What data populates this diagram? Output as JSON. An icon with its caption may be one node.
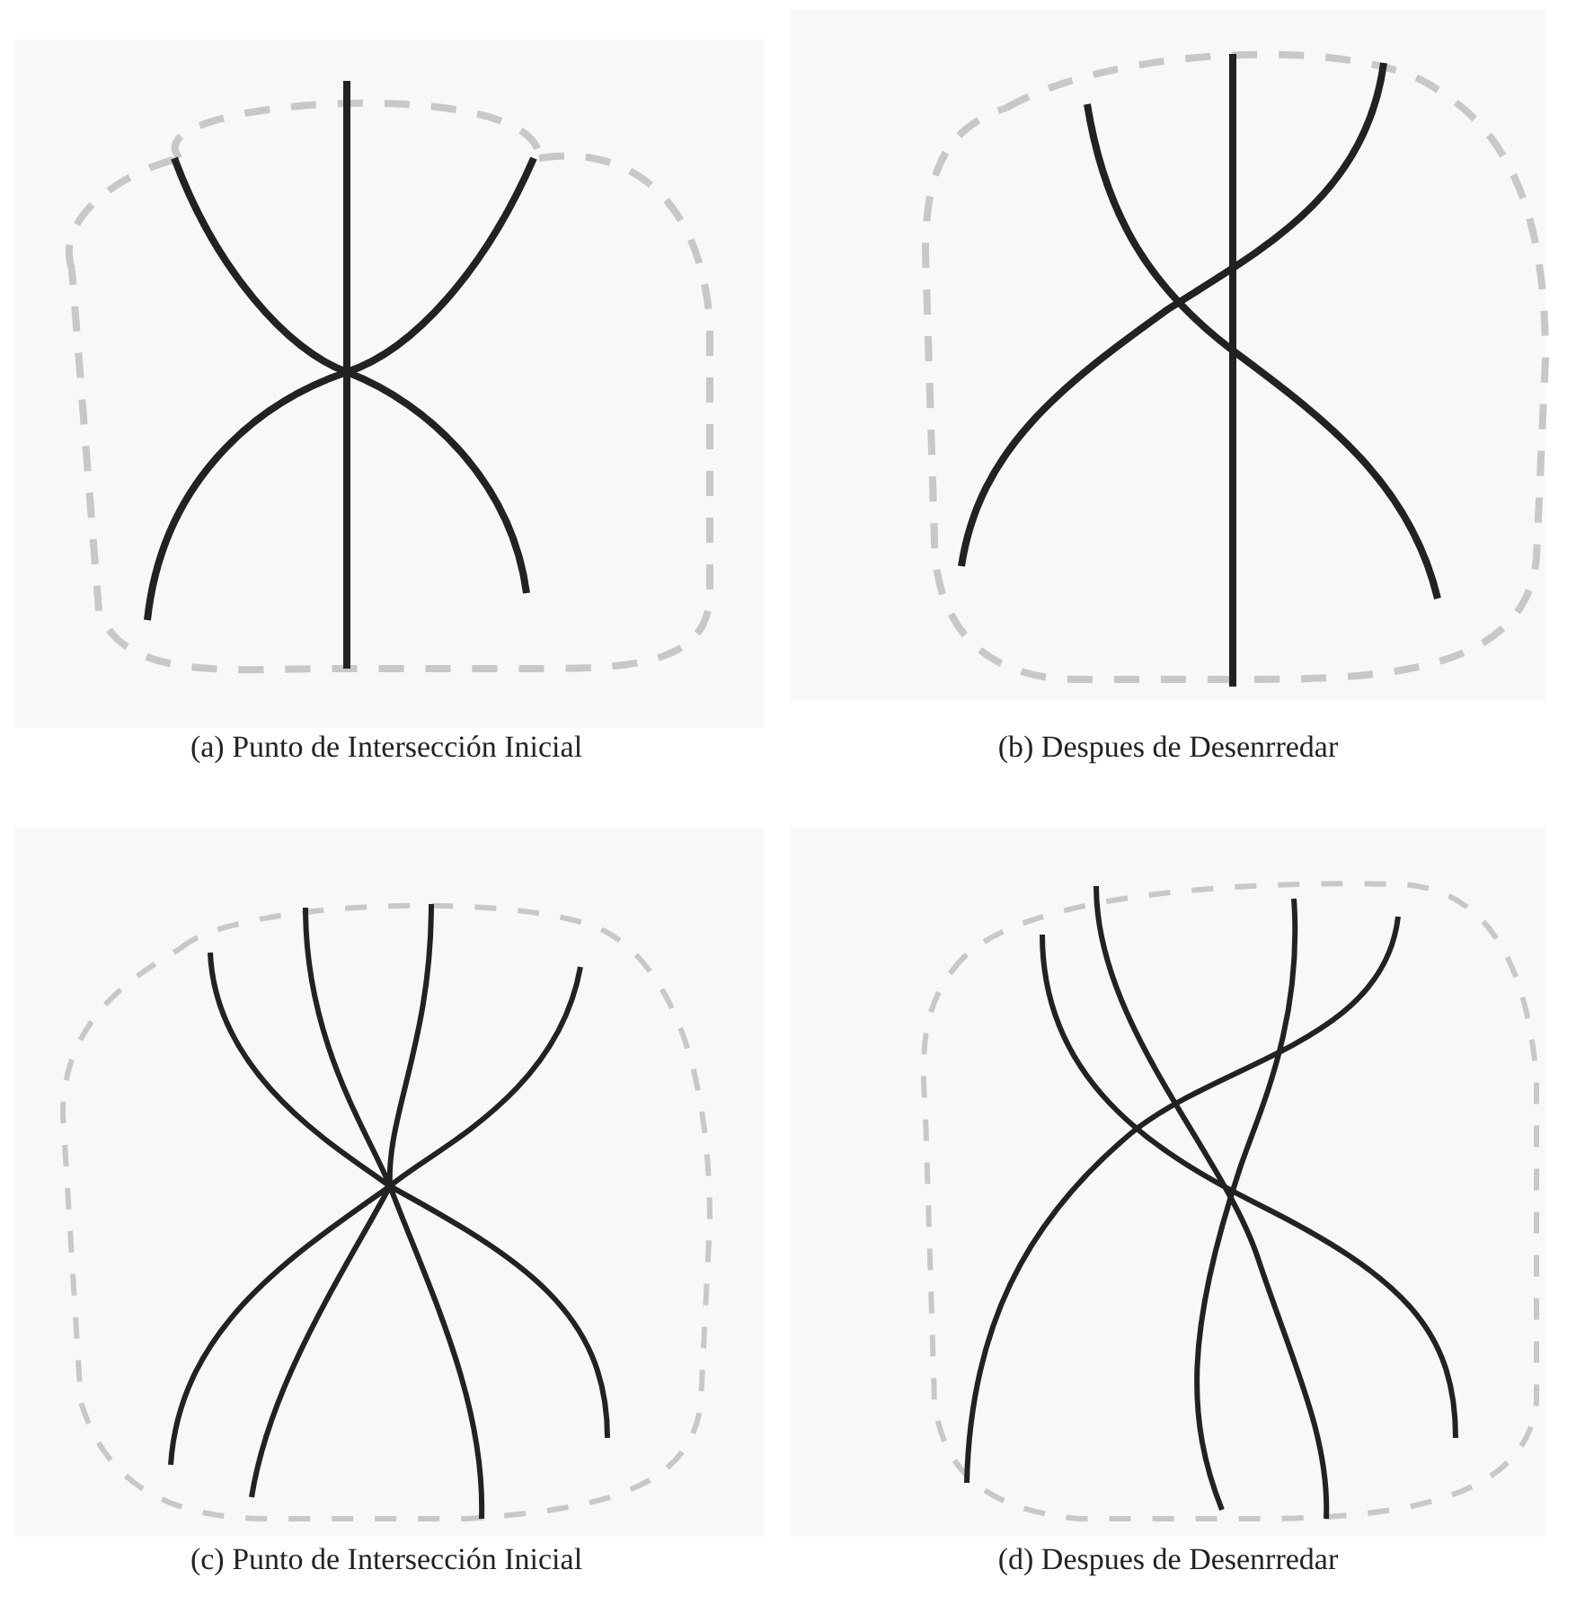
{
  "diagram": {
    "labels": [
      "(a) Punto de Intersección Inicial",
      "(b) Despues de Desenrredar",
      "(c) Punto de Intersección Inicial",
      "(d) Despues de Desenrredar"
    ]
  }
}
